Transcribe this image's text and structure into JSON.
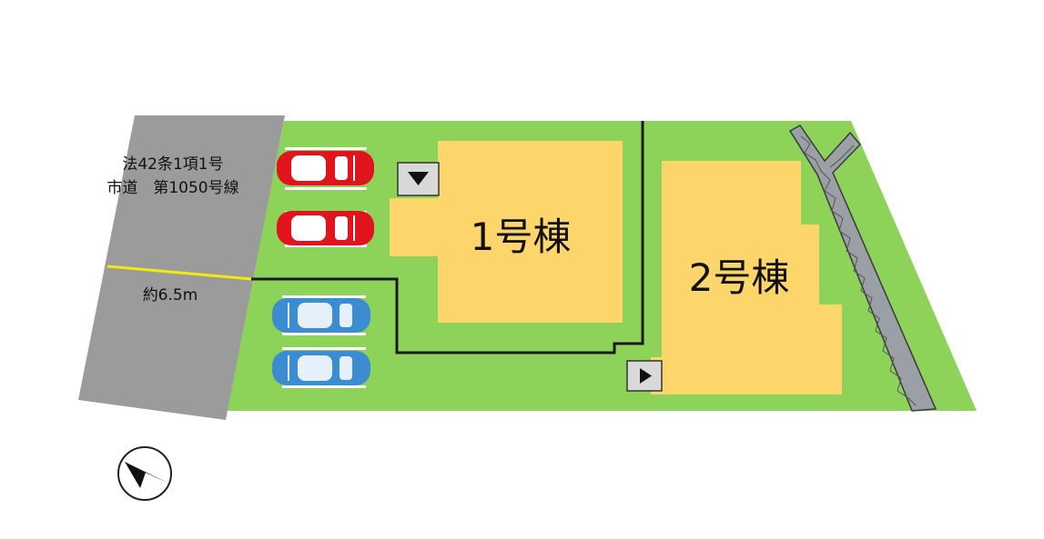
{
  "road": {
    "line1": "法42条1項1号",
    "line2": "市道　第1050号線",
    "width_label": "約6.5m"
  },
  "buildings": [
    {
      "label": "1号棟"
    },
    {
      "label": "2号棟"
    }
  ],
  "parking": {
    "spaces": [
      {
        "car_color": "red"
      },
      {
        "car_color": "red"
      },
      {
        "car_color": "blue"
      },
      {
        "car_color": "blue"
      }
    ]
  },
  "entrances": [
    {
      "direction": "down",
      "icon": "entrance-arrow-down-icon"
    },
    {
      "direction": "right",
      "icon": "entrance-arrow-right-icon"
    }
  ],
  "compass": {
    "icon": "north-arrow-icon"
  },
  "colors": {
    "lot": "#8dd35a",
    "building": "#fcd66a",
    "road": "#9b9b9b",
    "car_red": "#e1141e",
    "car_blue": "#3c8cd2",
    "road_width_line": "#f2ec0b",
    "boundary": "#1a1a1a",
    "fence": "#9aa0a6"
  }
}
